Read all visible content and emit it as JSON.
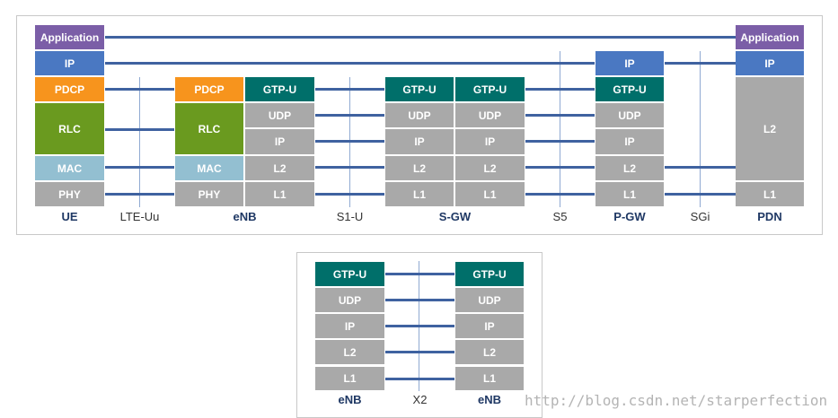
{
  "layers": {
    "application": "Application",
    "ip": "IP",
    "pdcp": "PDCP",
    "rlc": "RLC",
    "mac": "MAC",
    "phy": "PHY",
    "gtpu": "GTP-U",
    "udp": "UDP",
    "l2": "L2",
    "l1": "L1"
  },
  "nodes": {
    "ue": "UE",
    "enb": "eNB",
    "sgw": "S-GW",
    "pgw": "P-GW",
    "pdn": "PDN"
  },
  "interfaces": {
    "lte_uu": "LTE-Uu",
    "s1u": "S1-U",
    "s5": "S5",
    "sgi": "SGi",
    "x2": "X2"
  },
  "watermark": "http://blog.csdn.net/starperfection",
  "colors": {
    "application": "#7b5ea7",
    "ip": "#4a78c2",
    "pdcp": "#f7941d",
    "rlc": "#6a9a1f",
    "mac": "#93bfd1",
    "gray_layer": "#a9a9a9",
    "gtpu": "#006f6a",
    "link_line": "#3f62a0",
    "node_label": "#1f3864"
  }
}
